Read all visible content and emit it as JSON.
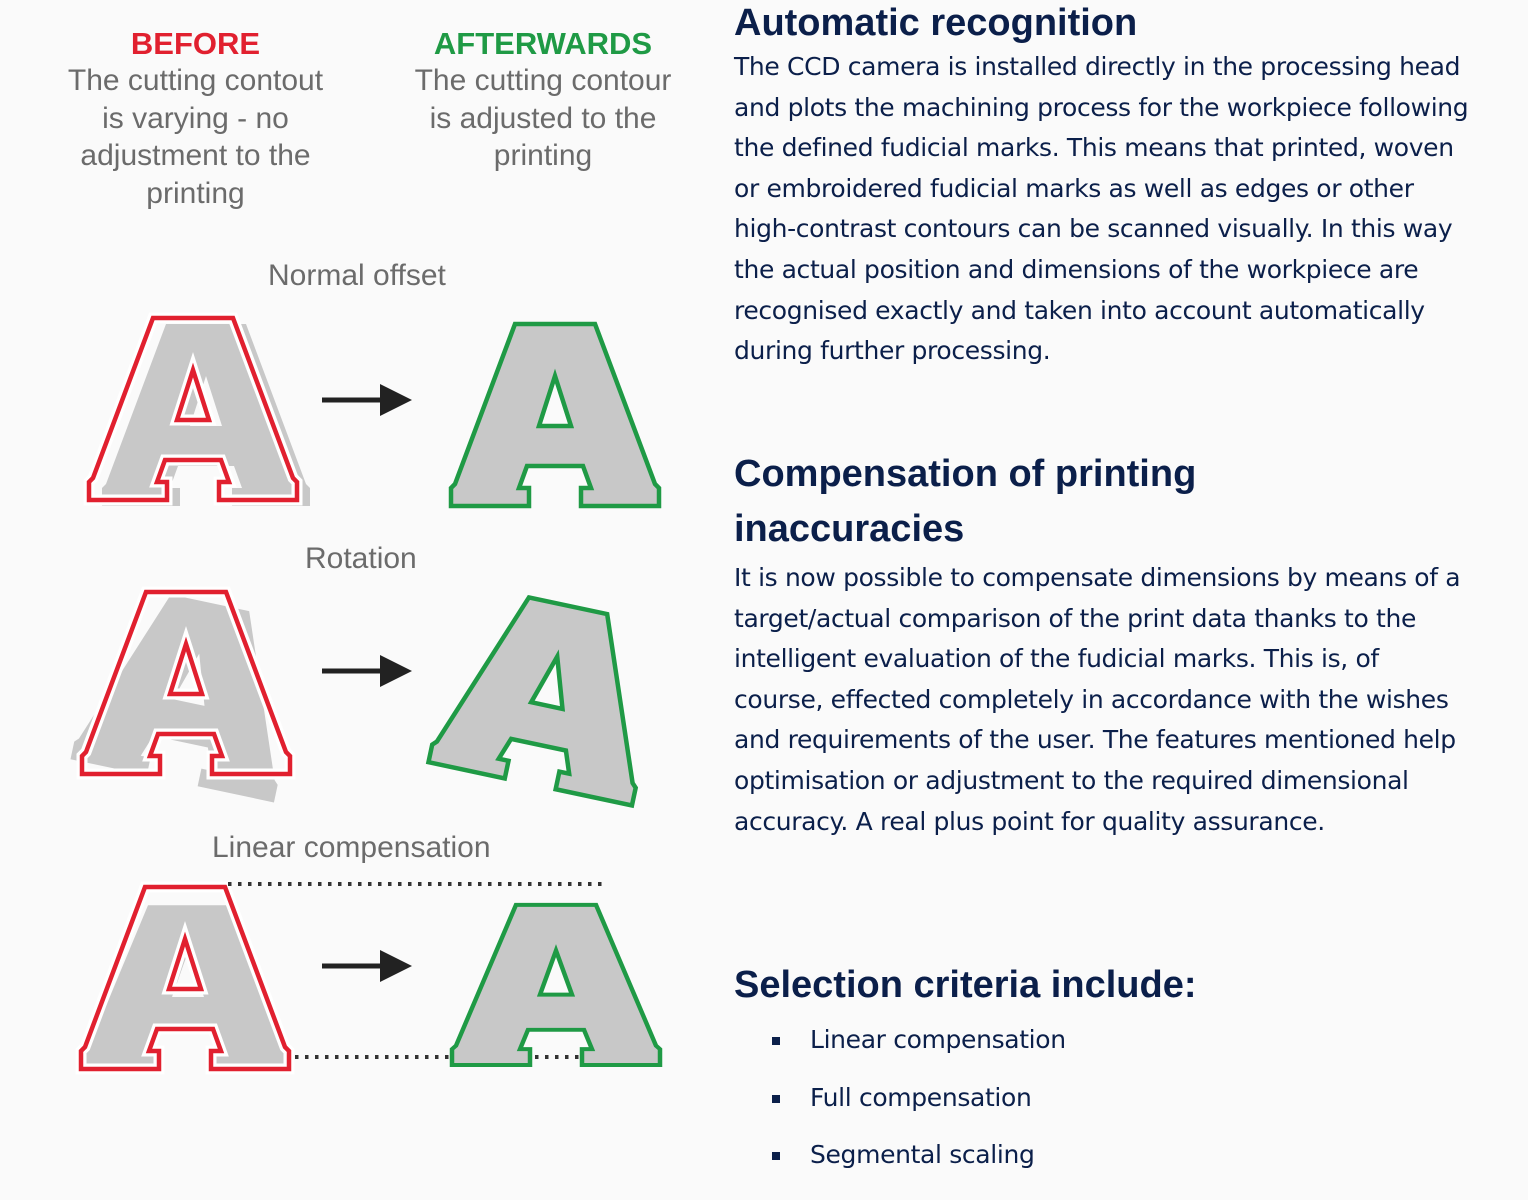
{
  "illustration": {
    "before": {
      "tag": "BEFORE",
      "desc_lines": [
        "The cutting contout",
        "is varying - no",
        "adjustment to the",
        "printing"
      ],
      "color": "#e1202f"
    },
    "afterwards": {
      "tag": "AFTERWARDS",
      "desc_lines": [
        "The cutting contour",
        "is adjusted to the",
        "printing"
      ],
      "color": "#1f9a45"
    },
    "cases": [
      {
        "label": "Normal offset"
      },
      {
        "label": "Rotation"
      },
      {
        "label": "Linear compensation"
      }
    ],
    "letter": "A",
    "print_fill_color": "#c8c8c8",
    "arrow_icon": "right-arrow-icon"
  },
  "sections": {
    "automatic": {
      "heading": "Automatic recognition",
      "body": "The CCD camera is installed directly in the processing head and plots the machining process for the workpiece following the defined fudicial marks. This means that printed, woven or embroidered fudicial marks as well as edges or other high-contrast contours can be scanned visually. In this way the actual position and dimensions of the workpiece are recognised exactly and taken into account automatically during further processing."
    },
    "compensation": {
      "heading": "Compensation of printing inaccuracies",
      "body": "It is now possible to compensate dimensions by means of a target/actual comparison of the print data thanks to the intelligent evaluation of the fudicial marks. This is, of course, effected completely in accordance with the wishes and requirements of the user. The features mentioned help optimisation or adjustment to the required dimensional accuracy. A real plus point for quality assurance."
    },
    "selection": {
      "heading": "Selection criteria include:",
      "items": [
        "Linear compensation",
        "Full compensation",
        "Segmental scaling"
      ]
    }
  },
  "colors": {
    "heading_text": "#0b1f4a",
    "body_text": "#0b1f4a",
    "label_gray": "#6b6b6b"
  }
}
